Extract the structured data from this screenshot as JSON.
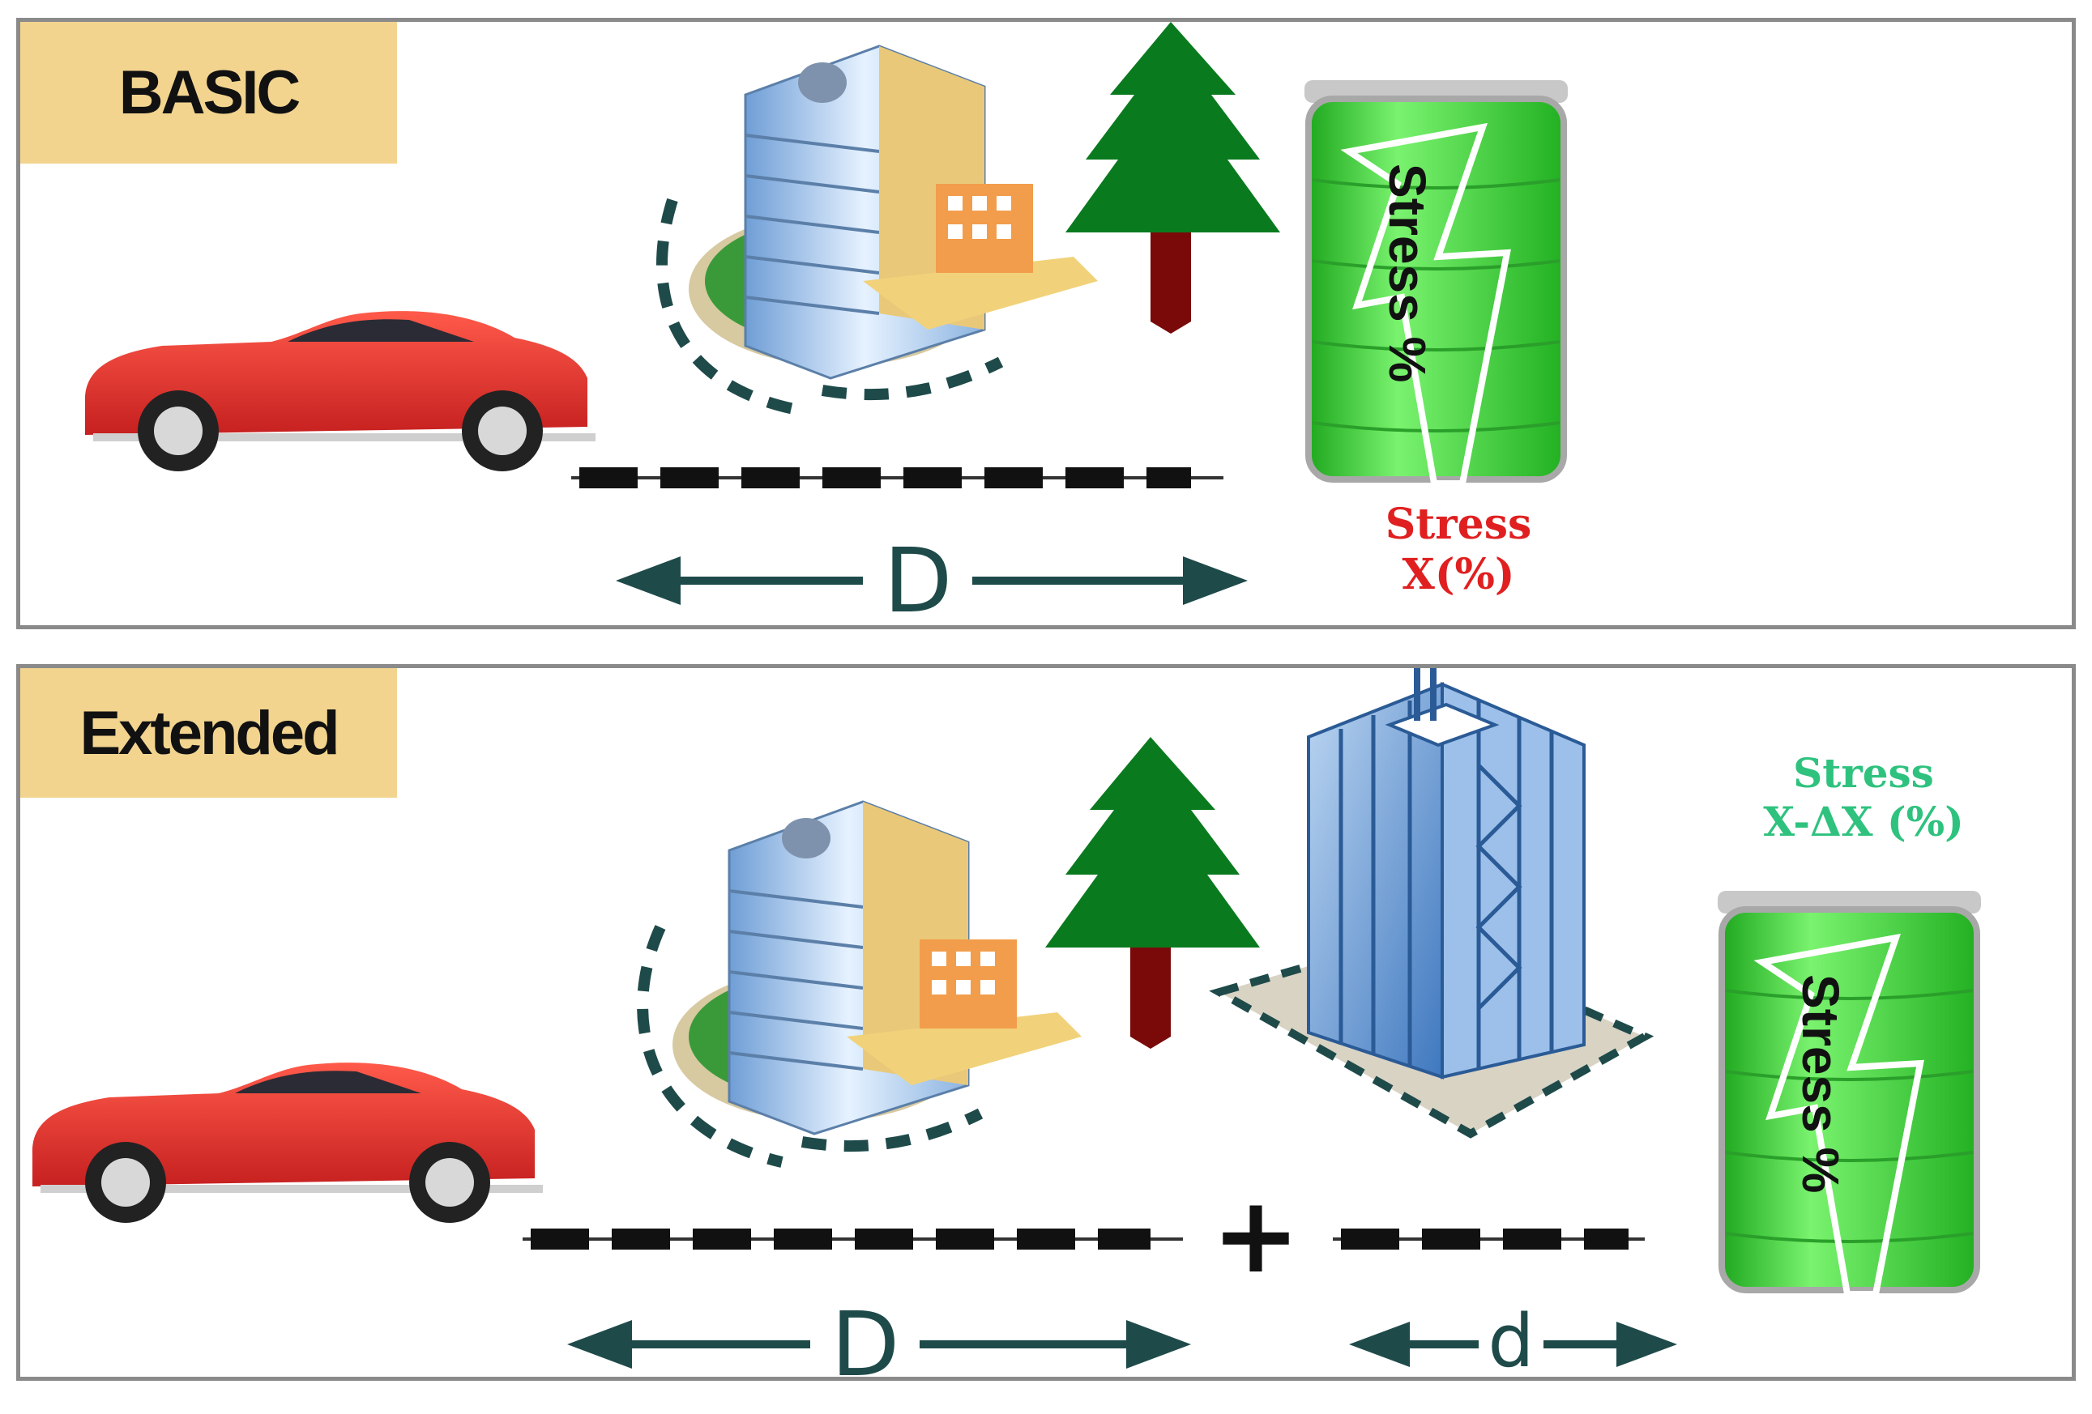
{
  "basic": {
    "tag_label": "BASIC",
    "battery_label": "Stress %",
    "caption_line1": "Stress",
    "caption_line2": "X(%)",
    "distance_label": "D"
  },
  "extended": {
    "tag_label": "Extended",
    "battery_label": "Stress %",
    "caption_line1": "Stress",
    "caption_line2": "X-ΔX (%)",
    "distance_label": "D",
    "extra_distance_label": "d",
    "plus_sign": "+"
  },
  "colors": {
    "tag_bg": "#f2d48f",
    "caption_basic": "#e02020",
    "caption_extended": "#2ec27e",
    "battery_green": "#3ee23a",
    "arrow": "#1f4a4a",
    "car_red": "#e53935",
    "tree_green": "#0a7a1e",
    "tree_trunk": "#7a0a0a"
  }
}
